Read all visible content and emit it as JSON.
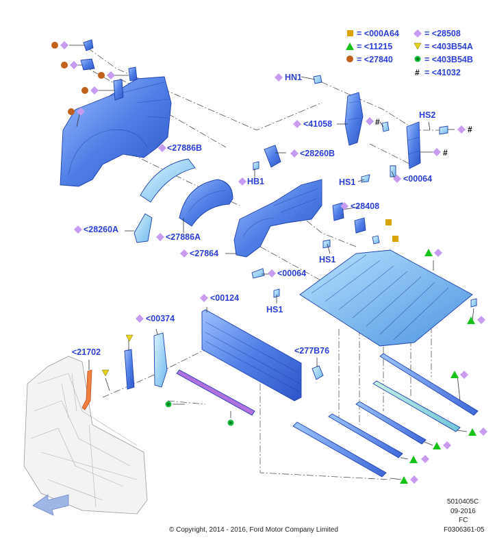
{
  "colors": {
    "callout": "#2b3fd6",
    "square_yellow": "#d9a400",
    "triangle_green": "#18c218",
    "circle_brown": "#c0601a",
    "diamond_purple": "#c79bf0",
    "inverted_triangle_yellow": "#e6d21a",
    "flower_green": "#18b83a",
    "part_blue": "#4f7fe6",
    "part_light": "#7fd0ec"
  },
  "legend": [
    {
      "symbol": "square-yellow",
      "text": "= <000A64"
    },
    {
      "symbol": "diamond-purple",
      "text": "= <28508"
    },
    {
      "symbol": "triangle-green",
      "text": "= <11215"
    },
    {
      "symbol": "inverted-triangle-yellow",
      "text": "= <403B54A"
    },
    {
      "symbol": "circle-brown",
      "text": "= <27840"
    },
    {
      "symbol": "flower-green",
      "text": "= <403B54B"
    },
    {
      "symbol": "hash",
      "text": "#"
    },
    {
      "symbol": "hash-text",
      "text": "= <41032"
    }
  ],
  "callouts": {
    "hn1": "HN1",
    "p41058": "<41058",
    "hs2": "HS2",
    "p27886b": "<27886B",
    "p28260b": "<28260B",
    "hb1": "HB1",
    "hs1_a": "HS1",
    "p00064_a": "<00064",
    "p28408": "<28408",
    "p28260a": "<28260A",
    "p27886a": "<27886A",
    "p27864": "<27864",
    "hs1_b": "HS1",
    "p00064_b": "<00064",
    "hs1_c": "HS1",
    "p00124": "<00124",
    "p00374": "<00374",
    "p21702": "<21702",
    "p277b76": "<277B76",
    "hash_1": "#",
    "hash_2": "#",
    "hash_3": "#"
  },
  "footer": {
    "copyright": "© Copyright, 2014 - 2016, Ford Motor Company Limited",
    "code1": "5010405C",
    "date": "09-2016",
    "fc": "FC",
    "ref": "F0306361-05"
  }
}
